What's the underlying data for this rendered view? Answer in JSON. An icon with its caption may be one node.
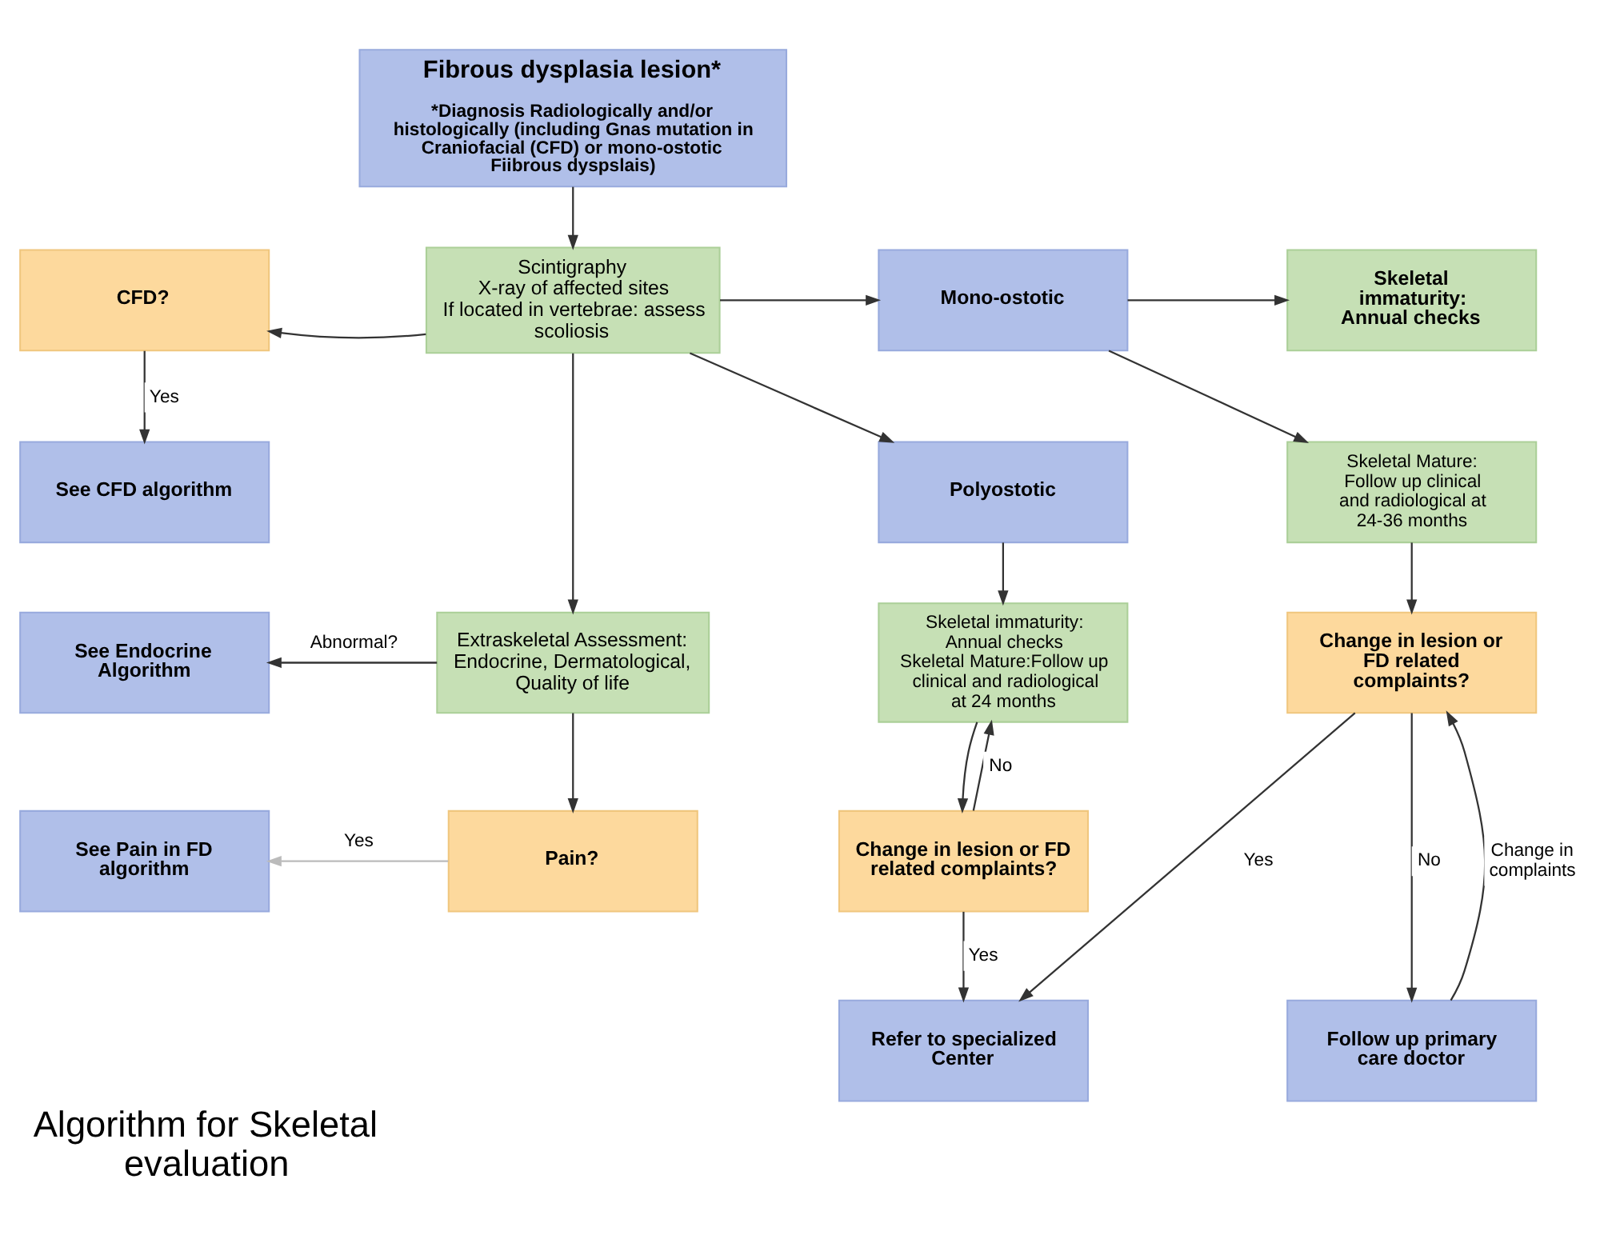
{
  "diagram": {
    "title": "Algorithm for Skeletal evaluation",
    "nodes": [
      {
        "text": [
          "Fibrous dysplasia lesion*",
          "*Diagnosis Radiologically and/or histologically (including Gnas mutation in Craniofacial (CFD) or mono-ostotic Fiibrous dyspslais)"
        ]
      },
      {
        "text": [
          "CFD?"
        ]
      },
      {
        "text": [
          "Scintigraphy",
          "X-ray of affected sites",
          "If located in vertebrae: assess scoliosis"
        ]
      },
      {
        "text": [
          "Mono-ostotic"
        ]
      },
      {
        "text": [
          "Skeletal immaturity: Annual checks"
        ]
      },
      {
        "text": [
          "Skeletal Mature: Follow up clinical and radiological at 24-36 months"
        ]
      },
      {
        "text": [
          "Polyostotic"
        ]
      },
      {
        "text": [
          "See CFD algorithm"
        ]
      },
      {
        "text": [
          "See Endocrine Algorithm"
        ]
      },
      {
        "text": [
          "Extraskeletal Assessment: Endocrine, Dermatological, Quality of life"
        ]
      },
      {
        "text": [
          "Skeletal immaturity: Annual checks",
          "Skeletal Mature:Follow up clinical and radiological at 24 months"
        ]
      },
      {
        "text": [
          "Change in lesion or FD related complaints?"
        ]
      },
      {
        "text": [
          "See Pain in FD algorithm"
        ]
      },
      {
        "text": [
          "Pain?"
        ]
      },
      {
        "text": [
          "Change in lesion or FD related complaints?"
        ]
      },
      {
        "text": [
          "Refer to specialized Center"
        ]
      },
      {
        "text": [
          "Follow up primary care doctor"
        ]
      }
    ],
    "edges": [
      {
        "from": 0,
        "to": 2,
        "arrow": "to"
      },
      {
        "from": 1,
        "to": 7,
        "arrow": "to",
        "label": "Yes"
      },
      {
        "from": 2,
        "to": 1,
        "arrow": "to"
      },
      {
        "from": 2,
        "to": 3,
        "arrow": "to"
      },
      {
        "from": 2,
        "to": 6,
        "arrow": "to"
      },
      {
        "from": 2,
        "to": 9,
        "arrow": "to"
      },
      {
        "from": 3,
        "to": 4,
        "arrow": "to"
      },
      {
        "from": 3,
        "to": 5,
        "arrow": "to"
      },
      {
        "from": 5,
        "to": 11,
        "arrow": "to"
      },
      {
        "from": 6,
        "to": 10,
        "arrow": "to"
      },
      {
        "from": 9,
        "to": 8,
        "arrow": "to",
        "label": "Abnormal?"
      },
      {
        "from": 9,
        "to": 13,
        "arrow": "to"
      },
      {
        "from": 10,
        "to": 14,
        "arrow": "to"
      },
      {
        "from": 11,
        "to": 15,
        "arrow": "to",
        "label": "Yes"
      },
      {
        "from": 11,
        "to": 16,
        "arrow": "to",
        "label": "No"
      },
      {
        "from": 13,
        "to": 12,
        "arrow": "to",
        "label": "Yes",
        "color": "#bbbbbb"
      },
      {
        "from": 14,
        "to": 10,
        "arrow": "to",
        "label": "No"
      },
      {
        "from": 14,
        "to": 15,
        "arrow": "to",
        "label": "Yes"
      },
      {
        "from": 16,
        "to": 11,
        "arrow": "to",
        "label": "Change in complaints"
      }
    ]
  }
}
